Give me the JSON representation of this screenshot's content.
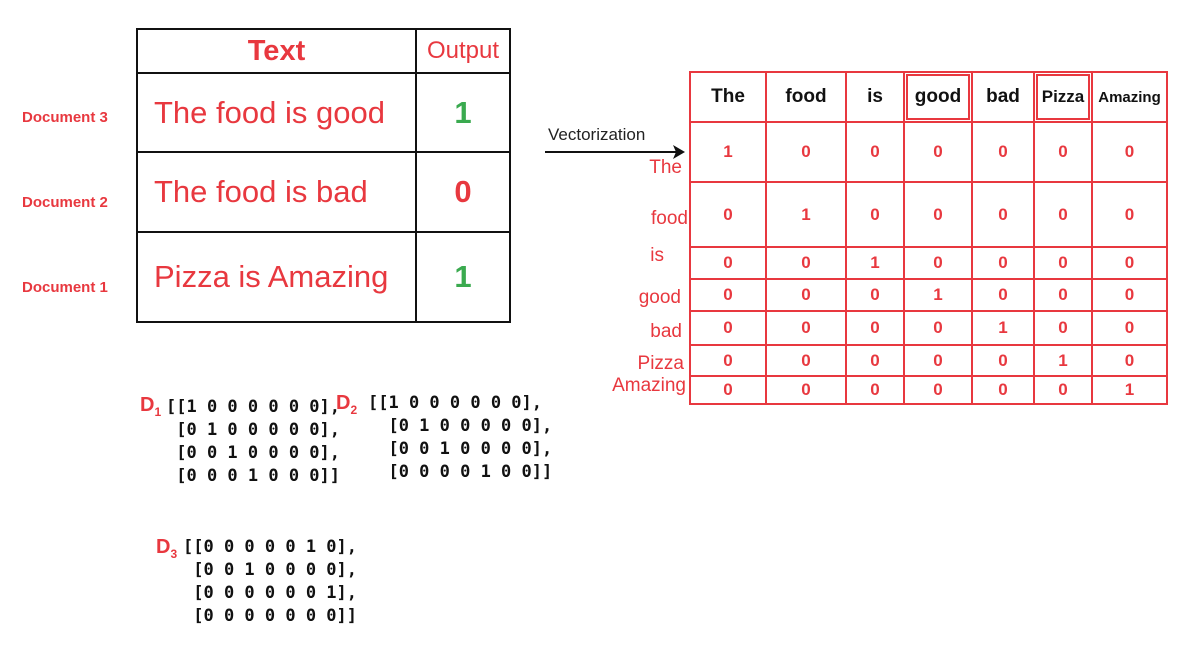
{
  "table": {
    "header_text": "Text",
    "header_output": "Output",
    "rows": [
      {
        "label": "Document 3",
        "text": "The food is good",
        "output": "1",
        "output_color": "#3aaa4f"
      },
      {
        "label": "Document 2",
        "text": "The food is bad",
        "output": "0",
        "output_color": "#e8383f"
      },
      {
        "label": "Document 1",
        "text": "Pizza is Amazing",
        "output": "1",
        "output_color": "#3aaa4f"
      }
    ]
  },
  "arrow_label": "Vectorization",
  "matrix": {
    "columns": [
      "The",
      "food",
      "is",
      "good",
      "bad",
      "Pizza",
      "Amazing"
    ],
    "row_labels": [
      "The",
      "food",
      "is",
      "good",
      "bad",
      "Pizza",
      "Amazing"
    ],
    "rows": [
      [
        "1",
        "0",
        "0",
        "0",
        "0",
        "0",
        "0"
      ],
      [
        "0",
        "1",
        "0",
        "0",
        "0",
        "0",
        "0"
      ],
      [
        "0",
        "0",
        "1",
        "0",
        "0",
        "0",
        "0"
      ],
      [
        "0",
        "0",
        "0",
        "1",
        "0",
        "0",
        "0"
      ],
      [
        "0",
        "0",
        "0",
        "0",
        "1",
        "0",
        "0"
      ],
      [
        "0",
        "0",
        "0",
        "0",
        "0",
        "1",
        "0"
      ],
      [
        "0",
        "0",
        "0",
        "0",
        "0",
        "0",
        "1"
      ]
    ]
  },
  "vectors": {
    "d1": {
      "name": "D",
      "sub": "1",
      "lines": [
        "[[1 0 0 0 0 0 0],",
        " [0 1 0 0 0 0 0],",
        " [0 0 1 0 0 0 0],",
        " [0 0 0 1 0 0 0]]"
      ]
    },
    "d2": {
      "name": "D",
      "sub": "2",
      "lines": [
        "[[1 0 0 0 0 0 0],",
        "  [0 1 0 0 0 0 0],",
        "  [0 0 1 0 0 0 0],",
        "  [0 0 0 0 1 0 0]]"
      ]
    },
    "d3": {
      "name": "D",
      "sub": "3",
      "lines": [
        "[[0 0 0 0 0 1 0],",
        " [0 0 1 0 0 0 0],",
        " [0 0 0 0 0 0 1],",
        " [0 0 0 0 0 0 0]]"
      ]
    }
  }
}
